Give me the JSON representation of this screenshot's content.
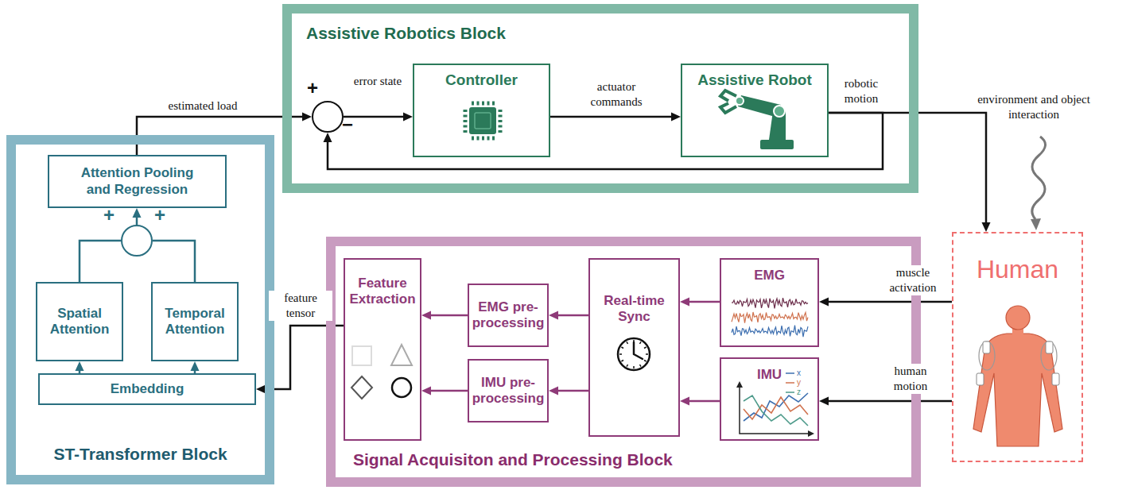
{
  "diagram": {
    "nodes": [
      {
        "text": [
          "Assistive Robotics Block"
        ]
      },
      {
        "text": [
          "Controller"
        ],
        "in": 0
      },
      {
        "text": [
          "Assistive Robot"
        ],
        "in": 0
      },
      {
        "text": [
          "+",
          "−"
        ],
        "in": 0
      },
      {
        "text": [
          "ST-Transformer Block"
        ]
      },
      {
        "text": [
          "Attention Pooling and Regression"
        ],
        "in": 4
      },
      {
        "text": [
          "+",
          "+"
        ],
        "in": 4
      },
      {
        "text": [
          "Spatial Attention"
        ],
        "in": 4
      },
      {
        "text": [
          "Temporal Attention"
        ],
        "in": 4
      },
      {
        "text": [
          "Embedding"
        ],
        "in": 4
      },
      {
        "text": [
          "Signal Acquisiton and Processing Block"
        ]
      },
      {
        "text": [
          "Feature Extraction"
        ],
        "in": 10
      },
      {
        "text": [
          "EMG pre-processing"
        ],
        "in": 10
      },
      {
        "text": [
          "IMU pre-processing"
        ],
        "in": 10
      },
      {
        "text": [
          "Real-time Sync"
        ],
        "in": 10
      },
      {
        "text": [
          "EMG"
        ],
        "in": 10
      },
      {
        "text": [
          "IMU"
        ],
        "in": 10
      },
      {
        "text": [
          "Human"
        ]
      }
    ],
    "edges": [
      {
        "from": 5,
        "to": 3,
        "label": "estimated load",
        "arrow": "to"
      },
      {
        "from": 3,
        "to": 1,
        "label": "error state",
        "arrow": "to"
      },
      {
        "from": 1,
        "to": 2,
        "label": "actuator commands",
        "arrow": "to"
      },
      {
        "from": 2,
        "to": 17,
        "label": "robotic motion",
        "arrow": "to"
      },
      {
        "from": 2,
        "to": 3,
        "arrow": "to"
      },
      {
        "from": 6,
        "to": 5,
        "arrow": "to"
      },
      {
        "from": 7,
        "to": 6,
        "arrow": "none"
      },
      {
        "from": 8,
        "to": 6,
        "arrow": "none"
      },
      {
        "from": 9,
        "to": 7,
        "arrow": "to"
      },
      {
        "from": 9,
        "to": 8,
        "arrow": "to"
      },
      {
        "from": 17,
        "to": 15,
        "label": "muscle activation",
        "arrow": "to"
      },
      {
        "from": 17,
        "to": 16,
        "label": "human motion",
        "arrow": "to"
      },
      {
        "from": 15,
        "to": 14,
        "arrow": "to"
      },
      {
        "from": 16,
        "to": 14,
        "arrow": "to"
      },
      {
        "from": 14,
        "to": 12,
        "arrow": "to"
      },
      {
        "from": 14,
        "to": 13,
        "arrow": "to"
      },
      {
        "from": 12,
        "to": 11,
        "arrow": "to"
      },
      {
        "from": 13,
        "to": 11,
        "arrow": "to"
      },
      {
        "from": 11,
        "to": 9,
        "label": "feature tensor",
        "arrow": "to"
      }
    ],
    "labels": [
      "environment and object interaction",
      "x",
      "y",
      "z"
    ]
  }
}
